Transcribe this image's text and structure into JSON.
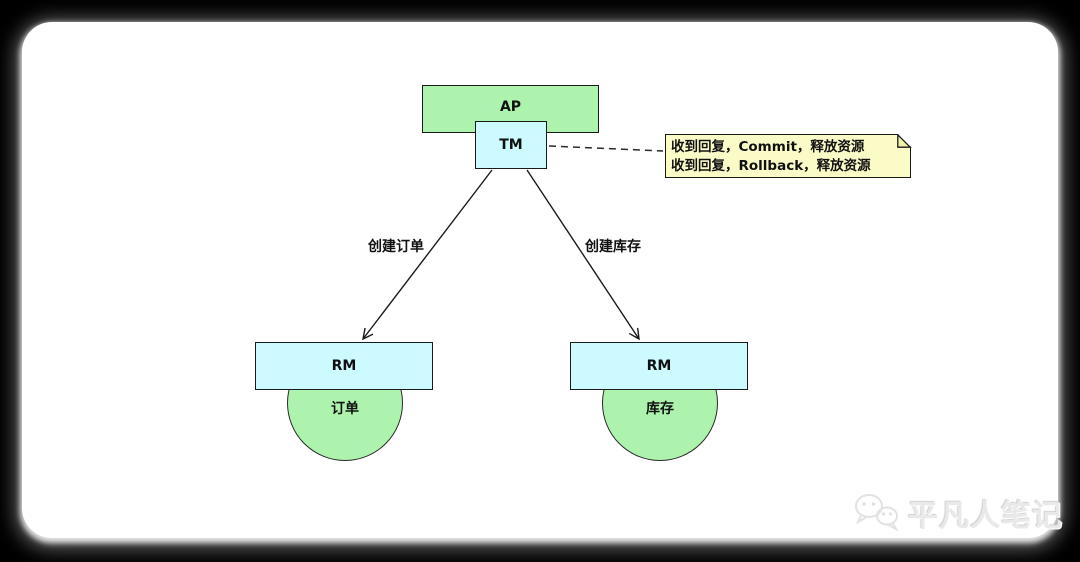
{
  "diagram": {
    "ap": {
      "label": "AP"
    },
    "tm": {
      "label": "TM"
    },
    "note": {
      "lines": [
        "收到回复，Commit，释放资源",
        "收到回复，Rollback，释放资源"
      ]
    },
    "edges": {
      "left_label": "创建订单",
      "right_label": "创建库存"
    },
    "rm_left": {
      "label": "RM",
      "db_label": "订单"
    },
    "rm_right": {
      "label": "RM",
      "db_label": "库存"
    }
  },
  "watermark": {
    "text": "平凡人笔记",
    "icon": "wechat-icon"
  },
  "colors": {
    "node_green": "#ADF3AD",
    "node_cyan": "#CCFAFF",
    "note_yellow": "#FBFBC8",
    "outline": "#1A1A1A",
    "background": "#000000",
    "panel": "#FFFFFF"
  }
}
